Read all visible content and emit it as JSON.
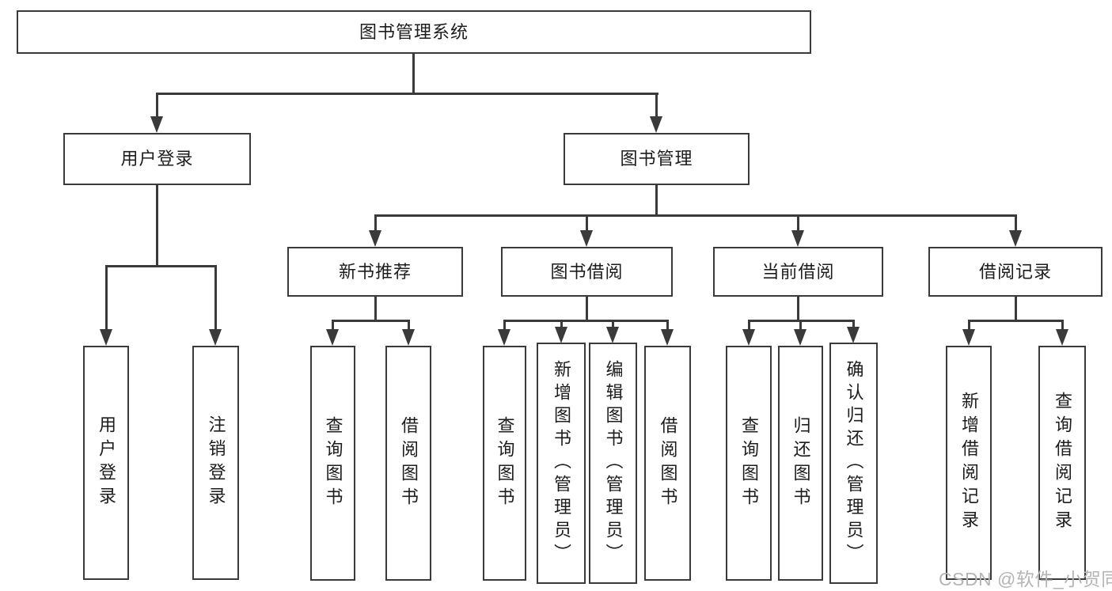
{
  "diagram": {
    "root": {
      "label": "图书管理系统"
    },
    "level2": [
      {
        "label": "用户登录"
      },
      {
        "label": "图书管理"
      }
    ],
    "level3": [
      {
        "label": "新书推荐"
      },
      {
        "label": "图书借阅"
      },
      {
        "label": "当前借阅"
      },
      {
        "label": "借阅记录"
      }
    ],
    "leaves": {
      "user_login": [
        "用户登录",
        "注销登录"
      ],
      "new_book": [
        "查询图书",
        "借阅图书"
      ],
      "book_borrow": [
        "查询图书",
        "新增图书（管理员）",
        "编辑图书（管理员）",
        "借阅图书"
      ],
      "current_borrow": [
        "查询图书",
        "归还图书",
        "确认归还（管理员）"
      ],
      "borrow_record": [
        "新增借阅记录",
        "查询借阅记录"
      ]
    }
  },
  "watermark": {
    "text": "CSDN @软件_小贺同学"
  },
  "colors": {
    "line": "#3a3a3a",
    "text": "#1c1c1c",
    "watermark": "#b5b5b5",
    "background": "#ffffff"
  }
}
